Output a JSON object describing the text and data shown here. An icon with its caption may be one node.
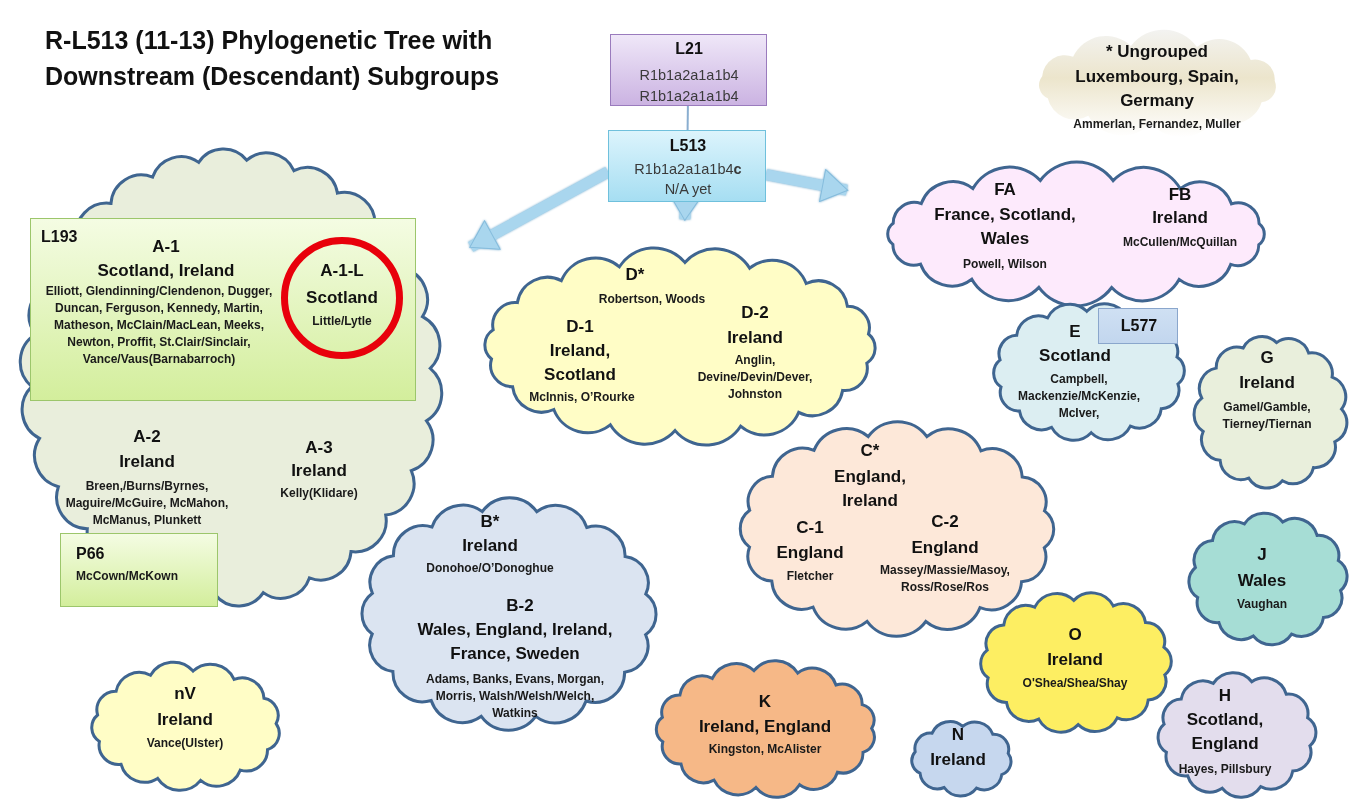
{
  "diagram": {
    "title": "R-L513 (11-13) Phylogenetic Tree with Downstream (Descendant) Subgroups",
    "nodes": [
      {
        "text": [
          "L21",
          "R1b1a2a1a1b4",
          "R1b1a2a1a1b4"
        ]
      },
      {
        "text": [
          "L513",
          "R1b1a2a1a1b4**c**",
          "N/A yet"
        ]
      },
      {
        "text": [
          "* Ungrouped",
          "Luxembourg, Spain, Germany",
          "Ammerlan, Fernandez, Muller"
        ]
      },
      {
        "text": [
          "A-2",
          "Ireland",
          "Breen,/Burns/Byrnes, Maguire/McGuire, McMahon, McManus, Plunkett",
          "A-3",
          "Ireland",
          "Kelly(Klidare)"
        ]
      },
      {
        "text": [
          "L193",
          "A-1",
          "Scotland, Ireland",
          "Elliott, Glendinning/Clendenon, Dugger, Duncan, Ferguson, Kennedy, Martin, Matheson, McClain/MacLean, Meeks, Newton, Proffit, St.Clair/Sinclair, Vance/Vaus(Barnabarroch)"
        ],
        "in": 3
      },
      {
        "text": [
          "A-1-L",
          "Scotland",
          "Little/Lytle"
        ],
        "in": 4
      },
      {
        "text": [
          "P66",
          "McCown/McKown"
        ],
        "in": 3
      },
      {
        "text": [
          "D*",
          "Robertson, Woods",
          "D-1",
          "Ireland, Scotland",
          "McInnis, O’Rourke",
          "D-2",
          "Ireland",
          "Anglin, Devine/Devin/Dever, Johnston"
        ]
      },
      {
        "text": [
          "FA",
          "France, Scotland, Wales",
          "Powell, Wilson",
          "FB",
          "Ireland",
          "McCullen/McQuillan"
        ]
      },
      {
        "text": [
          "E",
          "Scotland",
          "Campbell, Mackenzie/McKenzie, McIver,"
        ]
      },
      {
        "text": [
          "L577"
        ],
        "in": 9
      },
      {
        "text": [
          "G",
          "Ireland",
          "Gamel/Gamble, Tierney/Tiernan"
        ]
      },
      {
        "text": [
          "C*",
          "England, Ireland",
          "C-1",
          "England",
          "Fletcher",
          "C-2",
          "England",
          "Massey/Massie/Masoy, Ross/Rose/Ros"
        ]
      },
      {
        "text": [
          "B*",
          "Ireland",
          "Donohoe/O’Donoghue",
          "B-2",
          "Wales, England, Ireland,  France, Sweden",
          "Adams, Banks, Evans, Morgan, Morris, Walsh/Welsh/Welch, Watkins"
        ]
      },
      {
        "text": [
          "nV",
          "Ireland",
          "Vance(Ulster)"
        ]
      },
      {
        "text": [
          "K",
          "Ireland, England",
          "Kingston, McAlister"
        ]
      },
      {
        "text": [
          "N",
          "Ireland"
        ]
      },
      {
        "text": [
          "O",
          "Ireland",
          "O'Shea/Shea/Shay"
        ]
      },
      {
        "text": [
          "J",
          "Wales",
          "Vaughan"
        ]
      },
      {
        "text": [
          "H",
          "Scotland, England",
          "Hayes, Pillsbury"
        ]
      }
    ],
    "edges": [
      {
        "from": 0,
        "to": 1,
        "arrow": "none",
        "color": "#8aaed0"
      },
      {
        "from": 1,
        "to": 3,
        "arrow": "to"
      },
      {
        "from": 1,
        "to": 8,
        "arrow": "to"
      },
      {
        "from": 1,
        "to": 7,
        "arrow": "to"
      }
    ]
  }
}
